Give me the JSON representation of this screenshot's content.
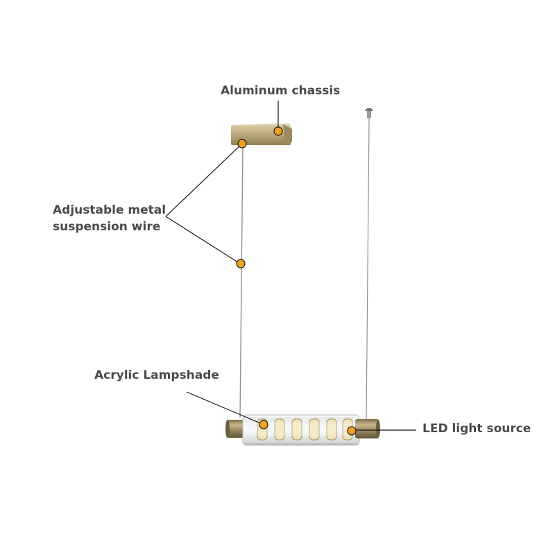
{
  "labels": {
    "chassis": "Aluminum chassis",
    "wire_line1": "Adjustable metal",
    "wire_line2": "suspension wire",
    "lampshade": "Acrylic Lampshade",
    "led": "LED light source"
  },
  "colors": {
    "label_text": "#4a4a4a",
    "leader_line": "#111111",
    "marker_fill": "#f0a020",
    "gold": "#b8a57a",
    "wire": "#8a8a8a"
  }
}
